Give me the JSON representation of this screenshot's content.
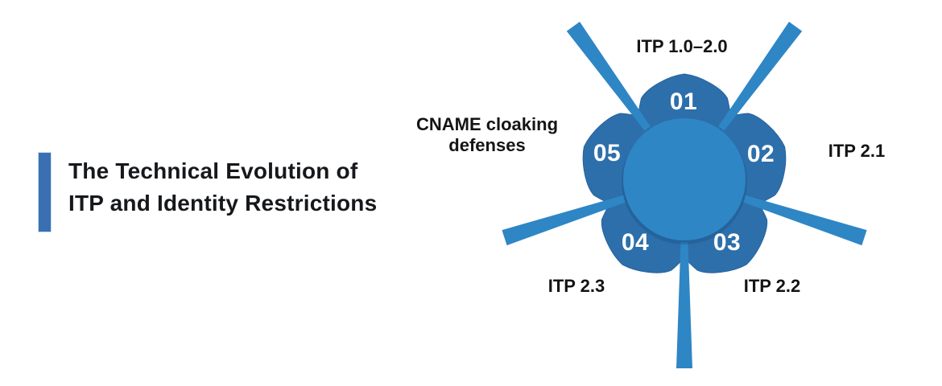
{
  "title": {
    "line1": "The Technical Evolution of",
    "line2": "ITP and Identity Restrictions"
  },
  "diagram": {
    "steps": [
      {
        "number": "01",
        "label": "ITP 1.0–2.0"
      },
      {
        "number": "02",
        "label": "ITP 2.1"
      },
      {
        "number": "03",
        "label": "ITP 2.2"
      },
      {
        "number": "04",
        "label": "ITP 2.3"
      },
      {
        "number": "05",
        "label": "CNAME cloaking defenses"
      }
    ]
  },
  "colors": {
    "background": "#ffffff",
    "accent_bar": "#3a70b2",
    "petal": "#2d6fab",
    "petal_edge": "#27629c",
    "center_circle": "#2e86c5",
    "ray": "#2e86c5",
    "title_text": "#16181c",
    "label_text": "#141414",
    "number_text": "#ffffff"
  }
}
